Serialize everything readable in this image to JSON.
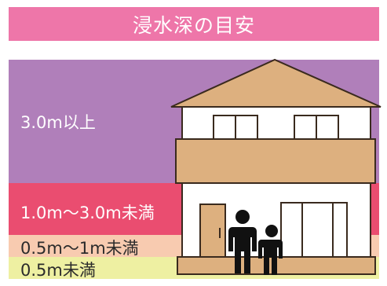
{
  "title": "浸水深の目安",
  "bands": [
    {
      "label": "3.0m以上",
      "color": "#b07fba",
      "text_color": "#ffffff"
    },
    {
      "label": "1.0m～3.0m未満",
      "color": "#ea4d70",
      "text_color": "#ffffff"
    },
    {
      "label": "0.5m～1m未満",
      "color": "#f8cbb0",
      "text_color": "#2b2b2b"
    },
    {
      "label": "0.5m未満",
      "color": "#eef0a2",
      "text_color": "#2b2b2b"
    }
  ],
  "house": {
    "roof_color": "#ddb07f",
    "wall_color": "#ffffff",
    "outline_color": "#3a2a1e",
    "door_color": "#ddb07f",
    "person_color": "#111111"
  }
}
